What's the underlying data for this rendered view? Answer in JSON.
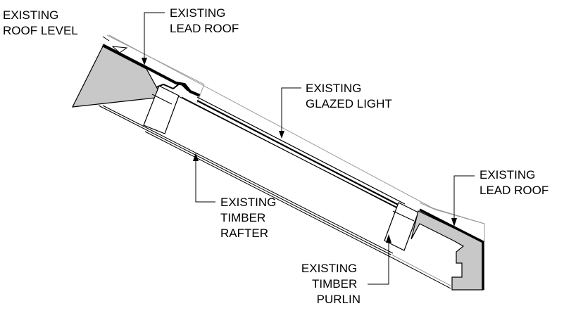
{
  "labels": {
    "roof_level": [
      "EXISTING",
      "ROOF LEVEL"
    ],
    "lead_roof_top": [
      "EXISTING",
      "LEAD ROOF"
    ],
    "glazed_light": [
      "EXISTING",
      "GLAZED LIGHT"
    ],
    "lead_roof_right": [
      "EXISTING",
      "LEAD ROOF"
    ],
    "timber_rafter": [
      "EXISTING",
      "TIMBER",
      "RAFTER"
    ],
    "timber_purlin": [
      "EXISTING",
      "TIMBER",
      "PURLIN"
    ]
  },
  "colors": {
    "stroke": "#000000",
    "concrete_fill": "#c8c8c8",
    "light_line": "#9a9a9a",
    "background": "#ffffff"
  }
}
